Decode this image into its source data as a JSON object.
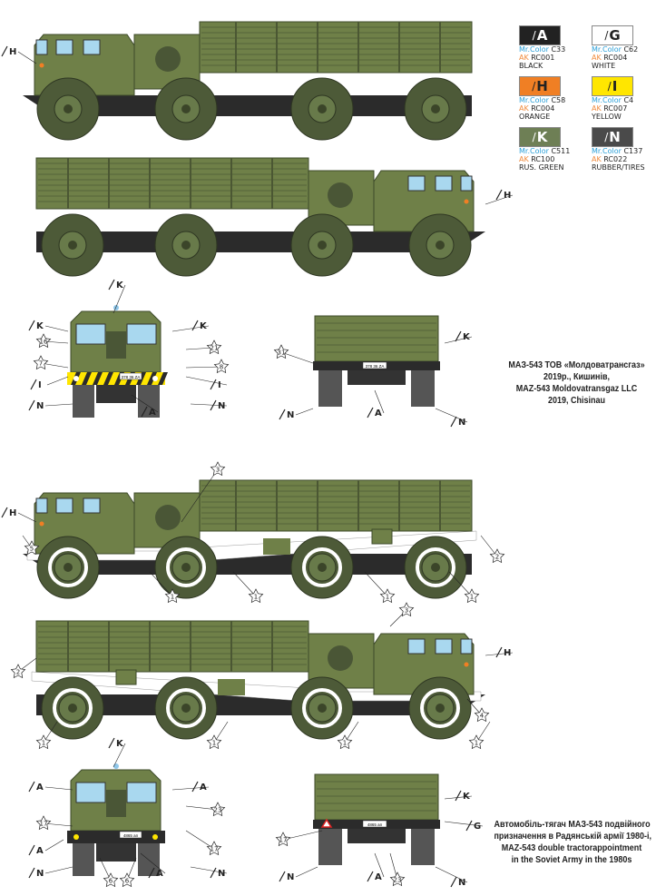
{
  "colors": [
    {
      "letter": "A",
      "mr_label": "Mr.Color",
      "mr_code": "C33",
      "ak_label": "AK",
      "ak_code": "RC001",
      "name": "BLACK",
      "hex": "#222222",
      "text": "#ffffff"
    },
    {
      "letter": "G",
      "mr_label": "Mr.Color",
      "mr_code": "C62",
      "ak_label": "AK",
      "ak_code": "RC004",
      "name": "WHITE",
      "hex": "#ffffff",
      "text": "#222222"
    },
    {
      "letter": "H",
      "mr_label": "Mr.Color",
      "mr_code": "C58",
      "ak_label": "AK",
      "ak_code": "RC004",
      "name": "ORANGE",
      "hex": "#f07f24",
      "text": "#222222"
    },
    {
      "letter": "I",
      "mr_label": "Mr.Color",
      "mr_code": "C4",
      "ak_label": "AK",
      "ak_code": "RC007",
      "name": "YELLOW",
      "hex": "#ffe600",
      "text": "#222222"
    },
    {
      "letter": "K",
      "mr_label": "Mr.Color",
      "mr_code": "C511",
      "ak_label": "AK",
      "ak_code": "RC100",
      "name": "RUS. GREEN",
      "hex": "#6e7f55",
      "text": "#ffffff"
    },
    {
      "letter": "N",
      "mr_label": "Mr.Color",
      "mr_code": "C137",
      "ak_label": "AK",
      "ak_code": "RC022",
      "name": "RUBBER/TIRES",
      "hex": "#4a4a4a",
      "text": "#ffffff"
    }
  ],
  "vehicle_color": "#6f8048",
  "captions": {
    "moldova": [
      "МАЗ-543 ТОВ «Молдоватрансгаз»",
      "2019р.,  Кишинів,",
      "MAZ-543 Moldovatransgaz LLC",
      "2019, Chisinau"
    ],
    "soviet": [
      "Автомобіль-тягач МАЗ-543 подвійного",
      "призначення в Радянській армії  1980-і,",
      "MAZ-543 double tractorappointment",
      "in the Soviet Army in the 1980s"
    ]
  },
  "plates": {
    "front1": "378 36 ZA",
    "rear1": "378 36 ZA",
    "front2": "4865 ап",
    "rear2": "4865 ап"
  },
  "callouts": {
    "H": "H",
    "K": "K",
    "A": "A",
    "N": "N",
    "I": "I",
    "G": "G",
    "d1": "1",
    "d2": "2",
    "d3": "3",
    "d4": "4",
    "d5": "5",
    "d6": "6",
    "d7": "7",
    "d8": "8",
    "d16": "16",
    "d17": "17",
    "d21": "21",
    "d23": "23",
    "d31": "31"
  }
}
